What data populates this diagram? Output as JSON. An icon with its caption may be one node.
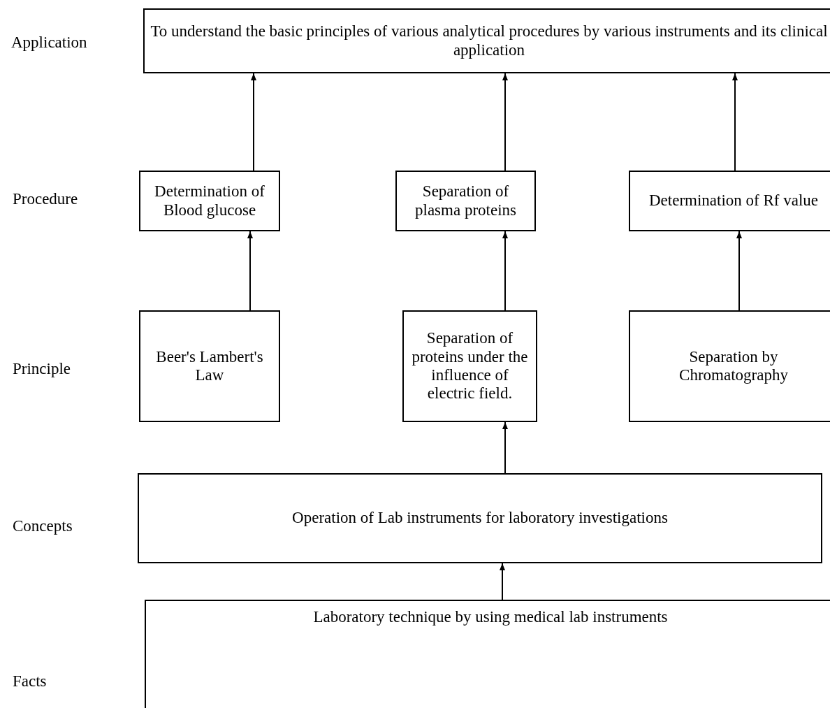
{
  "diagram": {
    "nodes": [
      {
        "text": [
          "To understand the basic principles of various analytical procedures by various instruments and its clinical application"
        ]
      },
      {
        "text": [
          "Determination of Blood glucose"
        ]
      },
      {
        "text": [
          "Separation of plasma proteins"
        ]
      },
      {
        "text": [
          "Determination of Rf value"
        ]
      },
      {
        "text": [
          "Beer's Lambert's Law"
        ]
      },
      {
        "text": [
          "Separation of proteins under the influence of electric field."
        ]
      },
      {
        "text": [
          "Separation by Chromatography"
        ]
      },
      {
        "text": [
          "Operation of Lab instruments for laboratory investigations"
        ]
      },
      {
        "text": [
          "Laboratory technique by using medical lab instruments"
        ]
      }
    ],
    "edges": [
      {
        "from": 1,
        "to": 0,
        "arrow": "to"
      },
      {
        "from": 2,
        "to": 0,
        "arrow": "to"
      },
      {
        "from": 3,
        "to": 0,
        "arrow": "to"
      },
      {
        "from": 4,
        "to": 1,
        "arrow": "to"
      },
      {
        "from": 5,
        "to": 2,
        "arrow": "to"
      },
      {
        "from": 6,
        "to": 3,
        "arrow": "to"
      },
      {
        "from": 7,
        "to": 5,
        "arrow": "to"
      },
      {
        "from": 8,
        "to": 7,
        "arrow": "to"
      }
    ],
    "labels": [
      "Application",
      "Procedure",
      "Principle",
      "Concepts",
      "Facts"
    ]
  }
}
